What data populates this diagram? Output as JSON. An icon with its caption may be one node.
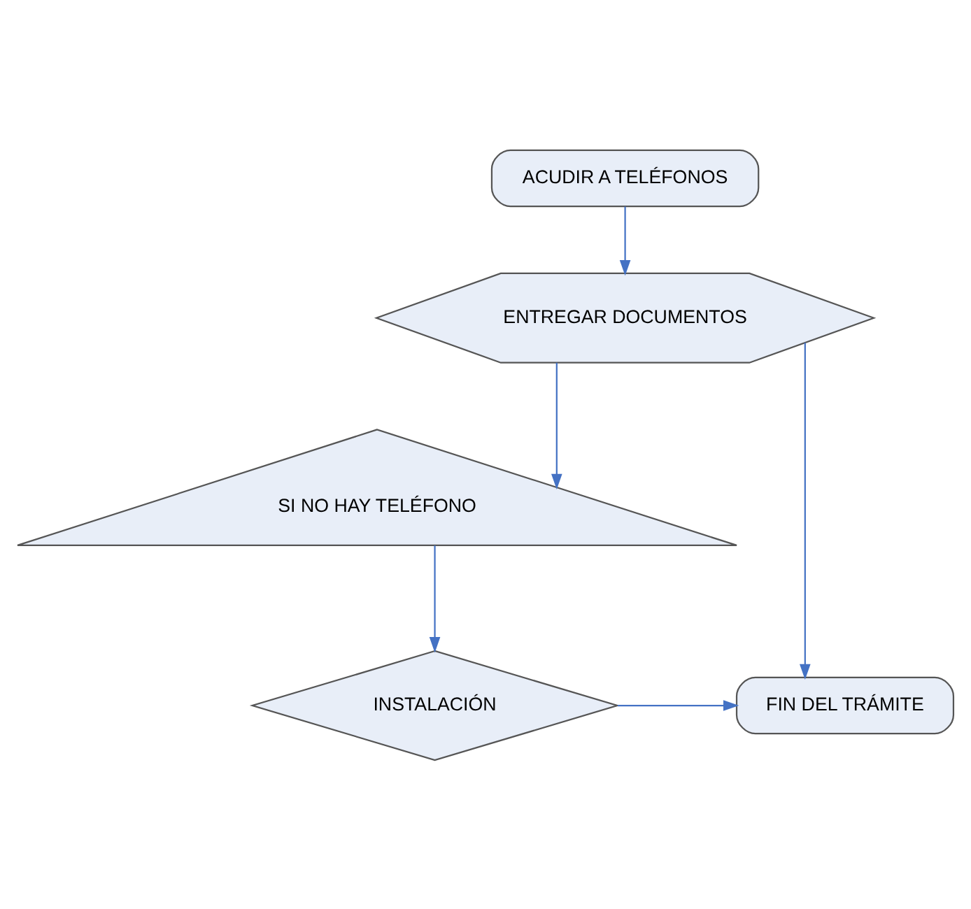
{
  "diagram": {
    "nodes": [
      {
        "text": [
          "ACUDIR A TELÉFONOS"
        ]
      },
      {
        "text": [
          "ENTREGAR DOCUMENTOS"
        ]
      },
      {
        "text": [
          "SI NO HAY TELÉFONO"
        ]
      },
      {
        "text": [
          "INSTALACIÓN"
        ]
      },
      {
        "text": [
          "FIN DEL TRÁMITE"
        ]
      }
    ],
    "edges": [
      {
        "from": 0,
        "to": 1,
        "arrow": "to"
      },
      {
        "from": 1,
        "to": 2,
        "arrow": "to"
      },
      {
        "from": 1,
        "to": 4,
        "arrow": "to"
      },
      {
        "from": 2,
        "to": 3,
        "arrow": "to"
      },
      {
        "from": 3,
        "to": 4,
        "arrow": "to"
      }
    ]
  }
}
